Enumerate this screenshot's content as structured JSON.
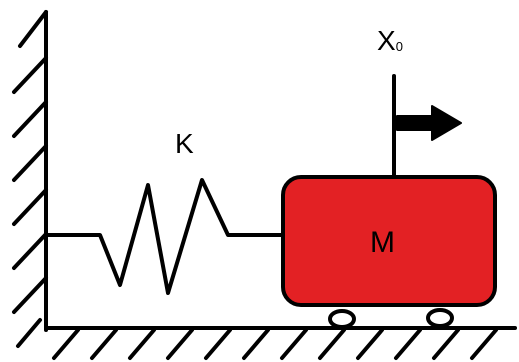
{
  "labels": {
    "spring": "K",
    "mass": "M",
    "displacement_main": "X",
    "displacement_sub": "0"
  },
  "colors": {
    "mass_fill": "#e32124",
    "stroke": "#000000",
    "background": "#ffffff"
  }
}
